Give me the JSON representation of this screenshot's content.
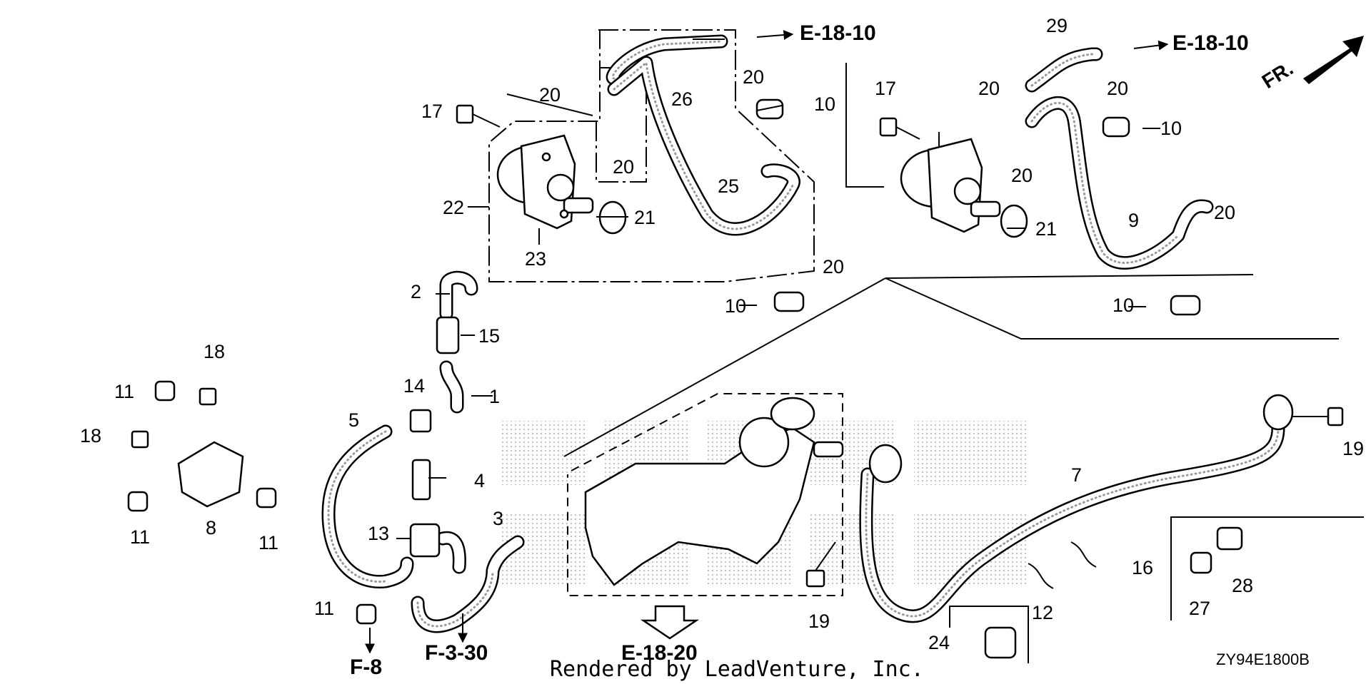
{
  "callouts": {
    "c1": "1",
    "c2": "2",
    "c3": "3",
    "c4": "4",
    "c5": "5",
    "c7": "7",
    "c8": "8",
    "c9": "9",
    "c10": "10",
    "c11": "11",
    "c12": "12",
    "c13": "13",
    "c14": "14",
    "c15": "15",
    "c16": "16",
    "c17": "17",
    "c18": "18",
    "c19": "19",
    "c20": "20",
    "c21": "21",
    "c22": "22",
    "c23": "23",
    "c24": "24",
    "c25": "25",
    "c26": "26",
    "c27": "27",
    "c28": "28",
    "c29": "29"
  },
  "references": {
    "e_18_10": "E-18-10",
    "e_18_20": "E-18-20",
    "f_8": "F-8",
    "f_3_30": "F-3-30"
  },
  "direction": "FR.",
  "credit": "Rendered by LeadVenture, Inc.",
  "diagram_code": "ZY94E1800B"
}
